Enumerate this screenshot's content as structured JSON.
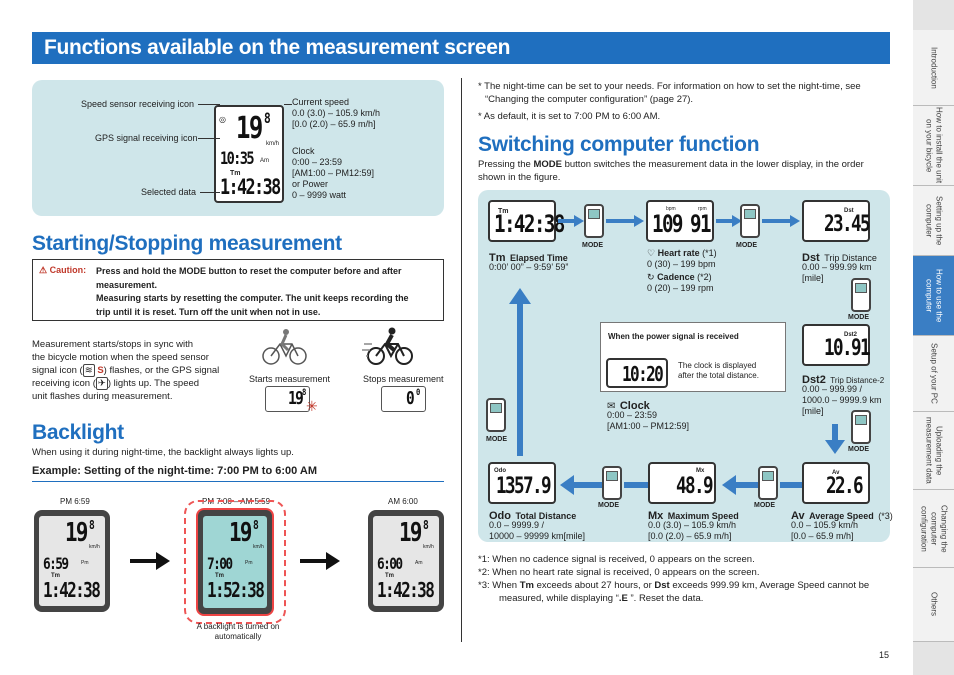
{
  "page": {
    "title": "Functions available on the measurement screen",
    "page_number": "15"
  },
  "top_panel": {
    "speed_sensor": "Speed sensor receiving icon",
    "gps_signal": "GPS signal receiving icon",
    "selected_data": "Selected data",
    "current_speed_label": "Current speed",
    "current_speed_range1": "0.0 (3.0) – 105.9 km/h",
    "current_speed_range2": "[0.0 (2.0) – 65.9 m/h]",
    "clock_label": "Clock",
    "clock_range1": "0:00 – 23:59",
    "clock_range2": "[AM1:00 – PM12:59]",
    "or_power": "or Power",
    "power_range": "0 – 9999 watt",
    "lcd_speed": "19",
    "lcd_speed_dec": "8",
    "lcd_unit": "km/h",
    "lcd_clock": "10:35",
    "lcd_am": "Am",
    "lcd_tm": "Tm",
    "lcd_data": "1:42:38"
  },
  "start_stop": {
    "heading": "Starting/Stopping measurement",
    "caution_label": "Caution:",
    "caution_line1": "Press and hold the MODE button to reset the computer before and after",
    "caution_line2": "measurement.",
    "caution_line3": "Measuring starts by resetting the computer. The unit keeps recording the",
    "caution_line4": "trip until it is reset. Turn off the unit when not in use.",
    "body1": "Measurement starts/stops in sync with",
    "body2": "the bicycle motion when the speed sensor",
    "body3a": "signal icon (",
    "body3b": "S",
    "body3c": ") flashes, or the GPS signal",
    "body4a": "receiving icon (",
    "body4b": ") lights up. The speed",
    "body5": "unit flashes during measurement.",
    "starts": "Starts measurement",
    "stops": "Stops measurement",
    "lcd_start": "19",
    "lcd_start_dec": "8",
    "lcd_stop": "0",
    "lcd_stop_dec": "0"
  },
  "backlight": {
    "heading": "Backlight",
    "body": "When using it during night-time, the backlight always lights up.",
    "example": "Example: Setting of the night-time: 7:00 PM to 6:00 AM",
    "t1": "PM 6:59",
    "t2": "PM 7:00 – AM 5:59",
    "t3": "AM 6:00",
    "note1": "A backlight is turned on",
    "note2": "automatically",
    "d1_speed": "19",
    "d1_dec": "8",
    "d1_clock": "6:59",
    "d1_ampm": "Pm",
    "d1_data": "1:42:38",
    "d2_clock": "7:00",
    "d2_ampm": "Pm",
    "d2_data": "1:52:38",
    "d3_clock": "6:00",
    "d3_ampm": "Am",
    "d3_data": "1:42:38",
    "unit": "km/h",
    "tm": "Tm"
  },
  "right_notes": {
    "n1a": "* The night-time can be set to your needs. For information on how to set the night-time, see",
    "n1b": "“Changing the computer configuration” (page 27).",
    "n2": "* As default, it is set to 7:00 PM to 6:00 AM."
  },
  "switching": {
    "heading": "Switching computer function",
    "body1a": "Pressing the ",
    "body1b": "MODE",
    "body1c": " button switches the measurement data in the lower display, in the order",
    "body2": "shown in the figure.",
    "mode": "MODE",
    "tm_label": "Tm",
    "tm_name": "Elapsed Time",
    "tm_range": "0:00’ 00” – 9:59’ 59”",
    "tm_lcd": "1:42:38",
    "hr_name": "Heart rate",
    "hr_note": "(*1)",
    "hr_range": "0 (30) – 199 bpm",
    "cad_name": "Cadence",
    "cad_note": "(*2)",
    "cad_range": "0 (20) – 199 rpm",
    "hr_lcd": "109",
    "cad_lcd": "91",
    "bpm": "bpm",
    "rpm": "rpm",
    "dst_label": "Dst",
    "dst_name": "Trip Distance",
    "dst_range1": "0.00 – 999.99 km",
    "dst_range2": "[mile]",
    "dst_lcd": "23.45",
    "dst2_label": "Dst2",
    "dst2_name": "Trip Distance-2",
    "dst2_range1": "0.00 – 999.99 /",
    "dst2_range2": "1000.0 – 9999.9 km",
    "dst2_range3": "[mile]",
    "dst2_lcd": "10.91",
    "power_box": "When the power signal is received",
    "power_note1": "The clock is displayed",
    "power_note2": "after the total distance.",
    "power_lcd": "10:20",
    "clock_label": "Clock",
    "clock_range1": "0:00 – 23:59",
    "clock_range2": "[AM1:00 – PM12:59]",
    "odo_label": "Odo",
    "odo_name": "Total Distance",
    "odo_range1": "0.0 – 9999.9 /",
    "odo_range2": "10000 – 99999 km[mile]",
    "odo_lcd": "1357.9",
    "mx_label": "Mx",
    "mx_name": "Maximum Speed",
    "mx_range1": "0.0 (3.0) – 105.9 km/h",
    "mx_range2": "[0.0 (2.0) – 65.9 m/h]",
    "mx_lcd": "48.9",
    "av_label": "Av",
    "av_name": "Average Speed",
    "av_note": "(*3)",
    "av_range1": "0.0 – 105.9 km/h",
    "av_range2": "[0.0 – 65.9 m/h]",
    "av_lcd": "22.6"
  },
  "footnotes": {
    "f1": "*1:  When no cadence signal is received, 0 appears on the screen.",
    "f2": "*2:  When no heart rate signal is received, 0 appears on the screen.",
    "f3a": "*3:  When ",
    "f3b": "Tm",
    "f3c": " exceeds about 27 hours, or ",
    "f3d": "Dst",
    "f3e": " exceeds 999.99 km, Average Speed cannot be",
    "f3f": "measured, while displaying “",
    "f3g": ".E",
    "f3h": " ”. Reset the data."
  },
  "tabs": [
    "Introduction",
    "How to install the unit on your bicycle",
    "Setting up the computer",
    "How to use the computer",
    "Setup of your PC",
    "Uploading the measurement data",
    "Changing the computer configuration",
    "Others"
  ],
  "colors": {
    "accent": "#1f6fbf",
    "panel": "#cfe6ea",
    "caution": "#c0392b"
  }
}
